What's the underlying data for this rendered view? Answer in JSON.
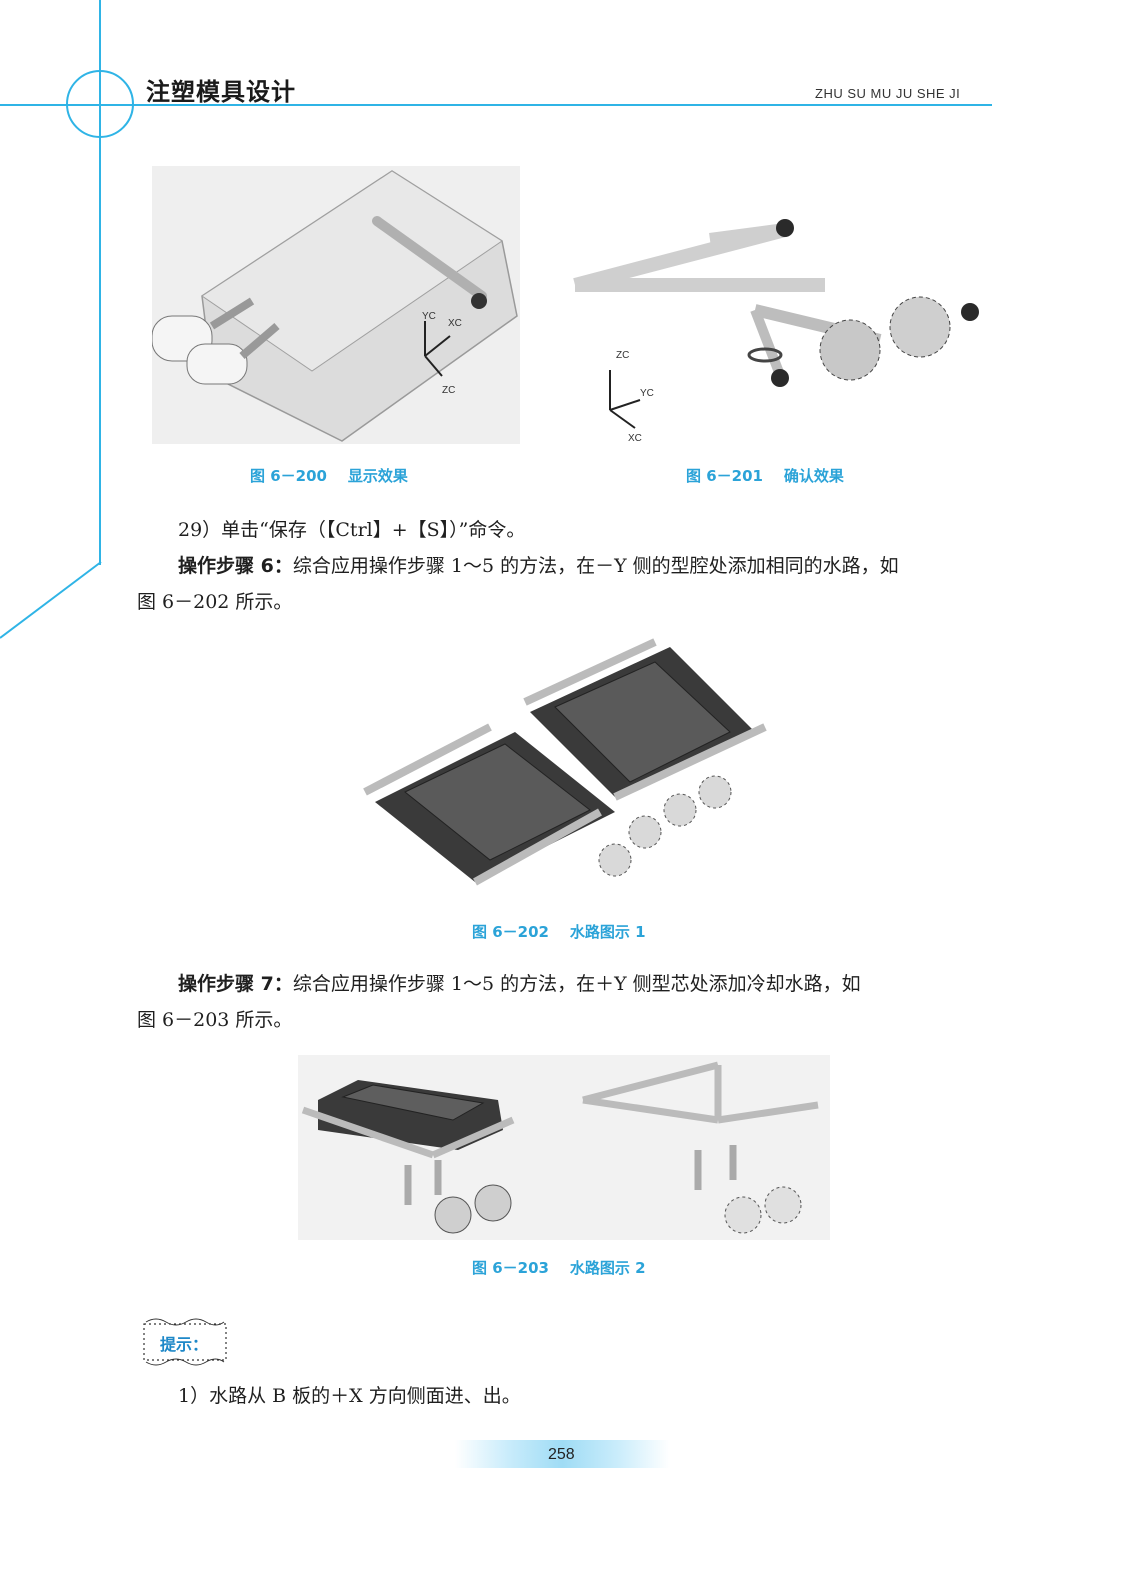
{
  "header": {
    "title": "注塑模具设计",
    "pinyin": "ZHU SU MU JU SHE JI"
  },
  "figures": {
    "fig200": {
      "caption": "图 6－200    显示效果",
      "axis_labels": [
        "YC",
        "XC",
        "ZC"
      ]
    },
    "fig201": {
      "caption": "图 6－201    确认效果",
      "axis_labels": [
        "ZC",
        "YC",
        "XC"
      ]
    },
    "fig202": {
      "caption": "图 6－202    水路图示 1"
    },
    "fig203": {
      "caption": "图 6－203    水路图示 2"
    }
  },
  "body": {
    "step29": "29）单击“保存（【Ctrl】+【S】）”命令。",
    "step6_label": "操作步骤 6：",
    "step6_line1": "综合应用操作步骤 1～5 的方法，在－Y 侧的型腔处添加相同的水路，如",
    "step6_line2": "图 6－202 所示。",
    "step7_label": "操作步骤 7：",
    "step7_line1": "综合应用操作步骤 1～5 的方法，在＋Y 侧型芯处添加冷却水路，如",
    "step7_line2": "图 6－203 所示。",
    "tip_label": "提示：",
    "tip1": "1）水路从 B 板的＋X 方向侧面进、出。"
  },
  "footer": {
    "page_number": "258"
  }
}
